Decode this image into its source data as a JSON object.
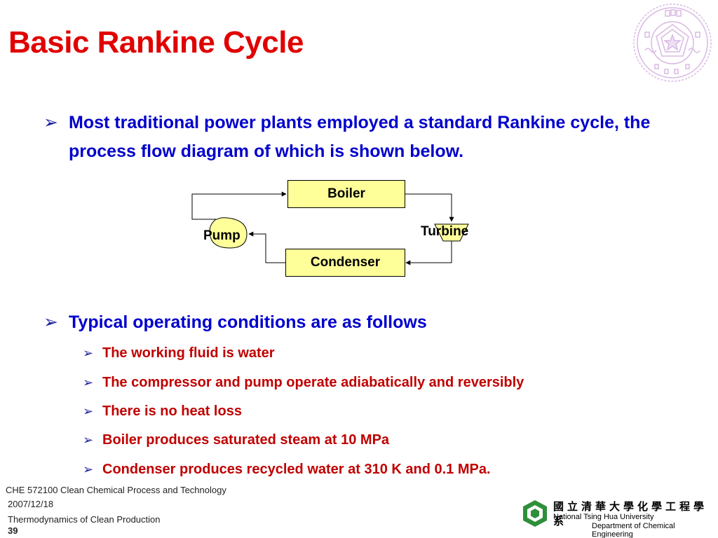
{
  "slide": {
    "title": "Basic Rankine Cycle",
    "bullet1": "Most traditional power plants employed a standard Rankine cycle, the process flow diagram of which is shown below.",
    "bullet2": "Typical operating conditions are as follows",
    "sub_bullets": [
      "The working fluid is water",
      "The compressor and pump operate adiabatically and reversibly",
      "There is no heat loss",
      "Boiler produces saturated steam at 10 MPa",
      "Condenser produces recycled water at 310 K and 0.1 MPa."
    ]
  },
  "diagram": {
    "boiler_label": "Boiler",
    "turbine_label": "Turbine",
    "condenser_label": "Condenser",
    "pump_label": "Pump",
    "box_fill": "#ffff99"
  },
  "footer": {
    "course": "CHE 572100 Clean Chemical Process and Technology",
    "date": "2007/12/18",
    "topic": "Thermodynamics of Clean Production",
    "page_number": "39",
    "university_cn": "國立清華大學化學工程學系",
    "university_en": "National Tsing Hua University",
    "department_en": "Department of Chemical Engineering"
  },
  "colors": {
    "title": "#e00000",
    "bullet_main": "#0000cc",
    "bullet_sub": "#c00000",
    "seal": "#d9b8e3"
  },
  "icons": {
    "bullet_marker": "arrowhead-bullet-icon",
    "seal": "university-seal-icon",
    "logo": "nthu-logo-icon"
  }
}
